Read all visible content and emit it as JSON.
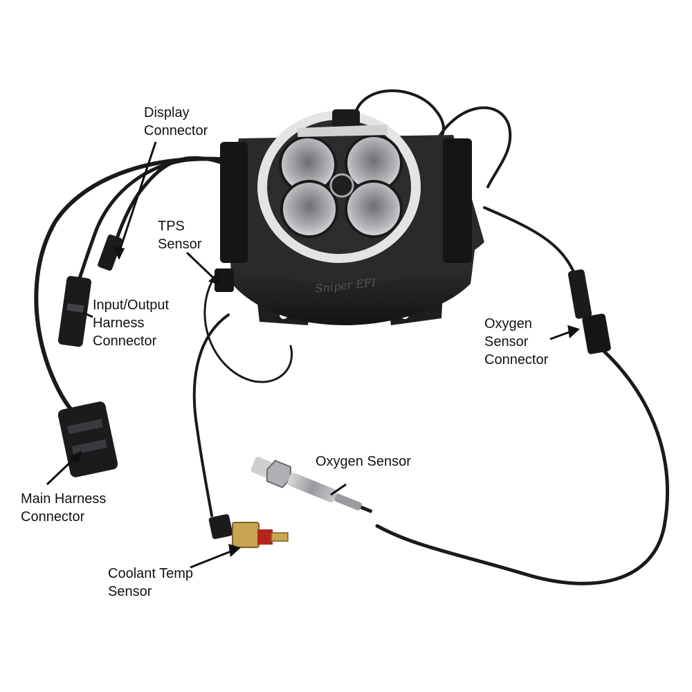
{
  "labels": {
    "display_connector": [
      "Display",
      "Connector"
    ],
    "tps_sensor": [
      "TPS",
      "Sensor"
    ],
    "io_harness_connector": [
      "Input/Output",
      "Harness",
      "Connector"
    ],
    "oxygen_sensor_connector": [
      "Oxygen",
      "Sensor",
      "Connector"
    ],
    "oxygen_sensor": [
      "Oxygen Sensor"
    ],
    "main_harness_connector": [
      "Main Harness",
      "Connector"
    ],
    "coolant_temp_sensor": [
      "Coolant Temp",
      "Sensor"
    ]
  },
  "throttle_body_logo": "Sniper EFI",
  "colors": {
    "body": "#1c1c1e",
    "bore": "#a9a9ad",
    "ring": "#e4e4e6",
    "wire": "#1a1a1a",
    "brass": "#c9a451",
    "sensor_red": "#b3261e",
    "text": "#111111"
  }
}
